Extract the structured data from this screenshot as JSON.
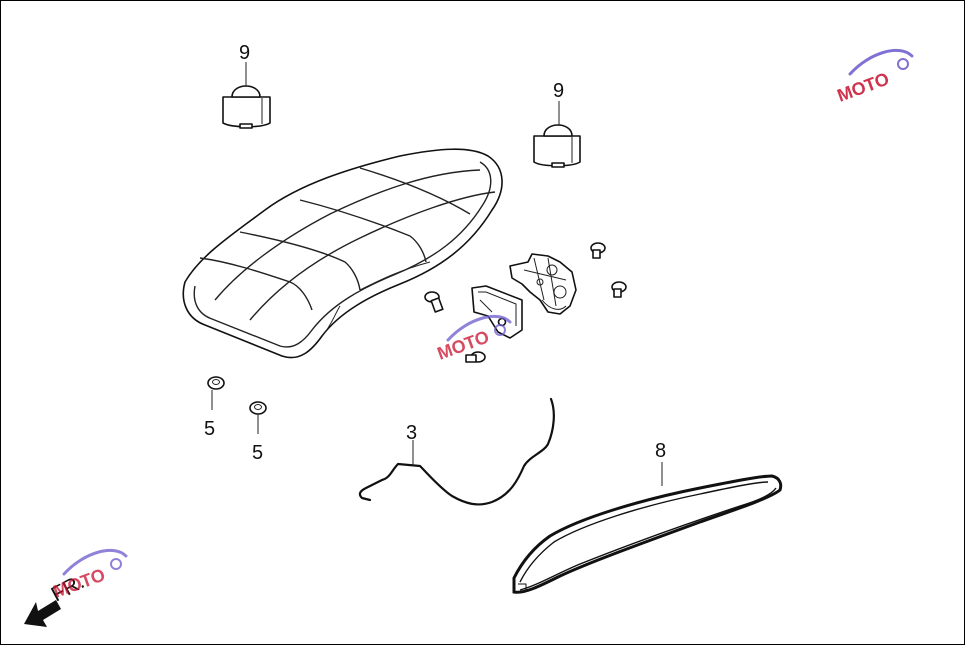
{
  "callouts": {
    "bumper_left": "9",
    "bumper_right": "9",
    "nut_a": "5",
    "nut_b": "5",
    "cable": "3",
    "seal": "8"
  },
  "direction_label": "FR.",
  "watermark": {
    "brand": "MOTO",
    "brand_color": "#c8102e",
    "accent_color": "#6a5acd"
  },
  "colors": {
    "line": "#111111",
    "background": "#ffffff"
  }
}
